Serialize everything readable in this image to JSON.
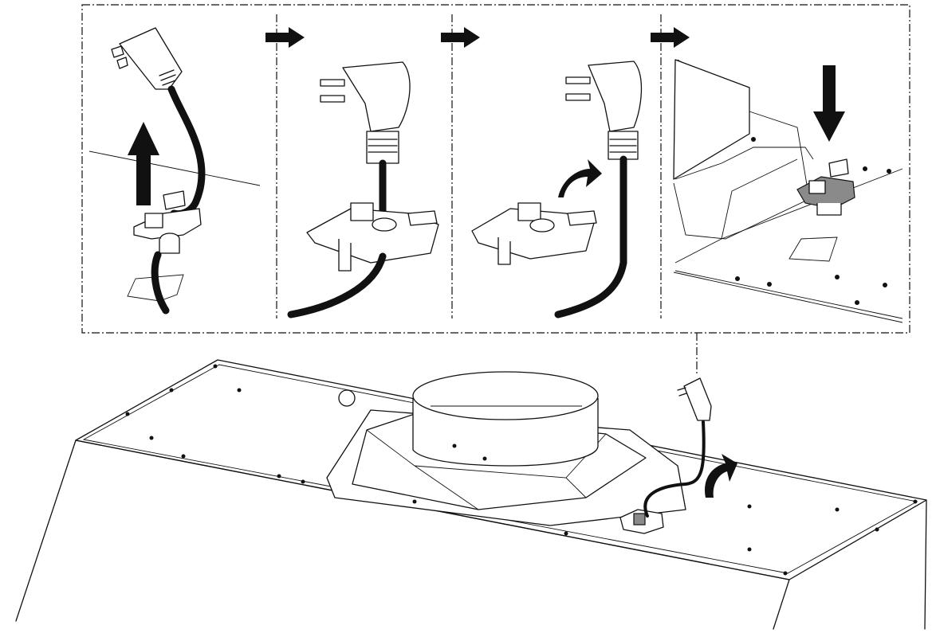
{
  "diagram": {
    "type": "installation-illustration",
    "steps": [
      "step-1-lift-cord-bracket",
      "step-2-bracket-on-cord",
      "step-3-rotate-bracket",
      "step-4-mount-bracket"
    ],
    "icons": [
      "arrow-right-icon",
      "arrow-up-icon",
      "arrow-down-icon",
      "curved-arrow-icon",
      "power-plug-icon",
      "cord-bracket-icon"
    ]
  },
  "colors": {
    "line": "#111111",
    "background": "#ffffff",
    "bracket_shade": "#8a8a8a"
  }
}
